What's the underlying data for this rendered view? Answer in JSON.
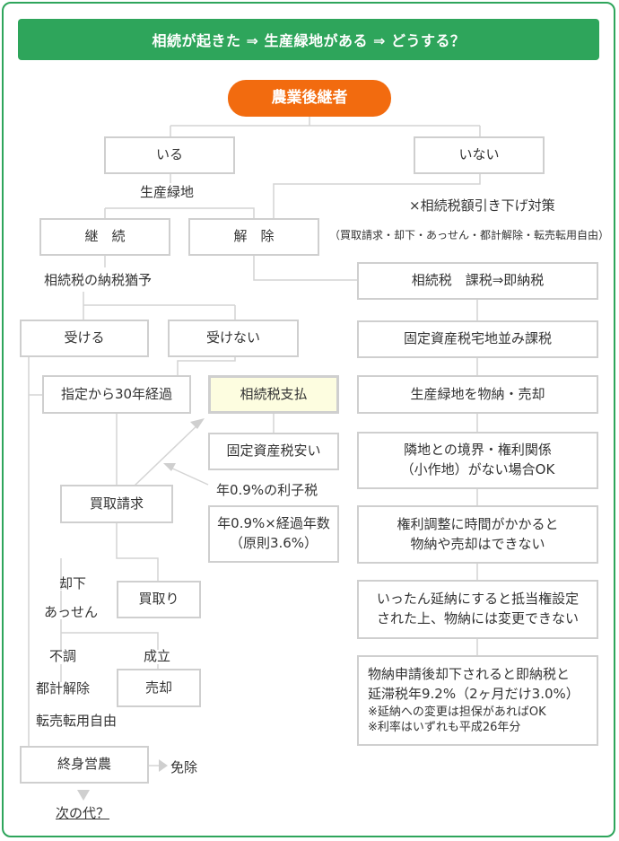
{
  "header": {
    "title": "相続が起きた ⇒ 生産緑地がある ⇒ どうする？"
  },
  "nodes": {
    "root": "農業後継者",
    "iru": "いる",
    "inai": "いない",
    "keizoku": "継　続",
    "kaijo": "解　除",
    "ukeru": "受ける",
    "ukenai": "受けない",
    "shitei30": "指定から30年経過",
    "shiharai": "相続税支払",
    "koteiyasui": "固定資産税安い",
    "keika_line1": "年0.9%×経過年数",
    "keika_line2": "（原則3.6%）",
    "kaitori_seikyu": "買取請求",
    "kaitori": "買取り",
    "baikyaku": "売却",
    "shushin": "終身営農",
    "r1": "相続税　課税⇒即納税",
    "r2": "固定資産税宅地並み課税",
    "r3": "生産緑地を物納・売却",
    "r4_line1": "隣地との境界・権利関係",
    "r4_line2": "（小作地）がない場合OK",
    "r5_line1": "権利調整に時間がかかると",
    "r5_line2": "物納や売却はできない",
    "r6_line1": "いったん延納にすると抵当権設定",
    "r6_line2": "された上、物納には変更できない",
    "r7_line1": "物納申請後却下されると即納税と",
    "r7_line2": "延滞税年9.2%（2ヶ月だけ3.0%）",
    "r7_note1": "※延納への変更は担保があればOK",
    "r7_note2": "※利率はいずれも平成26年分"
  },
  "labels": {
    "seisan_ryokuchi": "生産緑地",
    "hikisage": "×相続税額引き下げ対策",
    "hikisage_detail": "（買取請求・却下・あっせん・都計解除・転売転用自由）",
    "nozei_yuyo": "相続税の納税猶予",
    "rishizei": "年0.9%の利子税",
    "kyakka": "却下",
    "assen": "あっせん",
    "fucho": "不調",
    "seiritsu": "成立",
    "tokei_kaijo": "都計解除",
    "tenbai": "転売転用自由",
    "menjo": "免除",
    "tsugi": "次の代？"
  },
  "colors": {
    "header_green": "#2ea55b",
    "root_orange": "#f26b0f",
    "border_gray": "#cfcfcf",
    "highlight": "#fdfde0"
  }
}
